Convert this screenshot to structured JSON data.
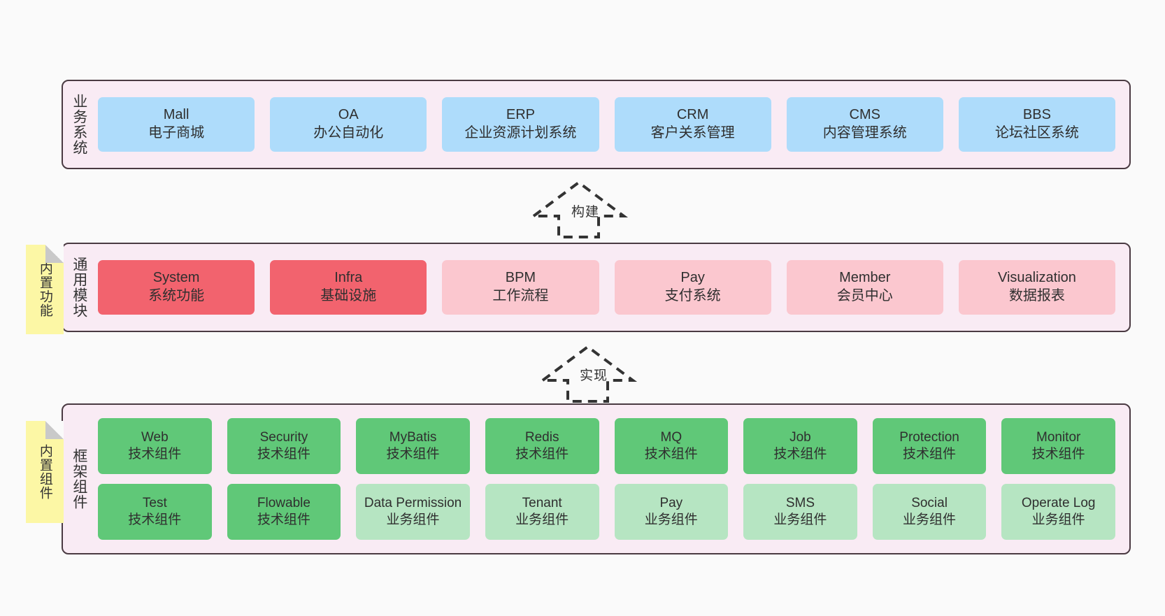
{
  "layers": [
    {
      "id": "business",
      "label": "业务系统",
      "rows": [
        [
          {
            "title": "Mall",
            "subtitle": "电子商城",
            "color": "blue"
          },
          {
            "title": "OA",
            "subtitle": "办公自动化",
            "color": "blue"
          },
          {
            "title": "ERP",
            "subtitle": "企业资源计划系统",
            "color": "blue"
          },
          {
            "title": "CRM",
            "subtitle": "客户关系管理",
            "color": "blue"
          },
          {
            "title": "CMS",
            "subtitle": "内容管理系统",
            "color": "blue"
          },
          {
            "title": "BBS",
            "subtitle": "论坛社区系统",
            "color": "blue"
          }
        ]
      ]
    },
    {
      "id": "modules",
      "label": "通用模块",
      "rows": [
        [
          {
            "title": "System",
            "subtitle": "系统功能",
            "color": "red"
          },
          {
            "title": "Infra",
            "subtitle": "基础设施",
            "color": "red"
          },
          {
            "title": "BPM",
            "subtitle": "工作流程",
            "color": "pink"
          },
          {
            "title": "Pay",
            "subtitle": "支付系统",
            "color": "pink"
          },
          {
            "title": "Member",
            "subtitle": "会员中心",
            "color": "pink"
          },
          {
            "title": "Visualization",
            "subtitle": "数据报表",
            "color": "pink"
          }
        ]
      ]
    },
    {
      "id": "framework",
      "label": "框架组件",
      "rows": [
        [
          {
            "title": "Web",
            "subtitle": "技术组件",
            "color": "green"
          },
          {
            "title": "Security",
            "subtitle": "技术组件",
            "color": "green"
          },
          {
            "title": "MyBatis",
            "subtitle": "技术组件",
            "color": "green"
          },
          {
            "title": "Redis",
            "subtitle": "技术组件",
            "color": "green"
          },
          {
            "title": "MQ",
            "subtitle": "技术组件",
            "color": "green"
          },
          {
            "title": "Job",
            "subtitle": "技术组件",
            "color": "green"
          },
          {
            "title": "Protection",
            "subtitle": "技术组件",
            "color": "green"
          },
          {
            "title": "Monitor",
            "subtitle": "技术组件",
            "color": "green"
          }
        ],
        [
          {
            "title": "Test",
            "subtitle": "技术组件",
            "color": "green"
          },
          {
            "title": "Flowable",
            "subtitle": "技术组件",
            "color": "green"
          },
          {
            "title": "Data Permission",
            "subtitle": "业务组件",
            "color": "lgreen"
          },
          {
            "title": "Tenant",
            "subtitle": "业务组件",
            "color": "lgreen"
          },
          {
            "title": "Pay",
            "subtitle": "业务组件",
            "color": "lgreen"
          },
          {
            "title": "SMS",
            "subtitle": "业务组件",
            "color": "lgreen"
          },
          {
            "title": "Social",
            "subtitle": "业务组件",
            "color": "lgreen"
          },
          {
            "title": "Operate Log",
            "subtitle": "业务组件",
            "color": "lgreen"
          }
        ]
      ]
    }
  ],
  "notes": [
    {
      "id": "functions",
      "label": "内置功能"
    },
    {
      "id": "components",
      "label": "内置组件"
    }
  ],
  "arrows": [
    {
      "id": "build",
      "label": "构建"
    },
    {
      "id": "impl",
      "label": "实现"
    }
  ],
  "colors": {
    "blue": "#aedcfb",
    "red": "#f2636e",
    "pink": "#fbc7cf",
    "green": "#60c878",
    "lgreen": "#b6e5c2",
    "layer_bg": "#f9ebf4",
    "layer_border": "#4a3a42",
    "note_bg": "#fcf7a5",
    "page_bg": "#fafafa",
    "arrow_stroke": "#333333"
  }
}
